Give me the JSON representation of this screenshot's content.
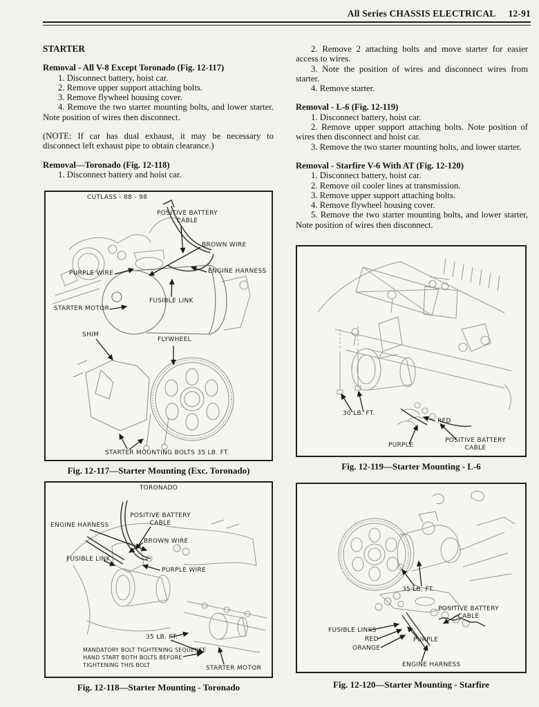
{
  "header": {
    "title": "All Series CHASSIS ELECTRICAL",
    "page_number": "12-91"
  },
  "left": {
    "section_heading": "STARTER",
    "removal_v8": {
      "heading": "Removal - All V-8 Except Toronado (Fig. 12-117)",
      "steps": [
        "1. Disconnect battery, hoist car.",
        "2. Remove upper support attaching bolts.",
        "3. Remove flywheel housing cover.",
        "4. Remove the two starter mounting bolts, and lower starter. Note position of wires then disconnect."
      ]
    },
    "note": "(NOTE: If car has dual exhaust, it may be necessary to disconnect left exhaust pipe to obtain clearance.)",
    "removal_toronado": {
      "heading": "Removal—Toronado (Fig. 12-118)",
      "steps": [
        "1. Disconnect battery and hoist car."
      ]
    }
  },
  "right": {
    "continued_steps": [
      "2. Remove 2 attaching bolts and move starter for easier access to wires.",
      "3. Note the position of wires and disconnect wires from starter.",
      "4. Remove starter."
    ],
    "removal_l6": {
      "heading": "Removal - L-6 (Fig. 12-119)",
      "steps": [
        "1. Disconnect battery, hoist car.",
        "2. Remove upper support attaching bolts. Note position of wires then disconnect and hoist car.",
        "3. Remove the two starter mounting bolts, and lower starter."
      ]
    },
    "removal_starfire": {
      "heading": "Removal - Starfire V-6 With AT (Fig. 12-120)",
      "steps": [
        "1. Disconnect battery, hoist car.",
        "2. Remove oil cooler lines at transmission.",
        "3. Remove upper support attaching bolts.",
        "4. Remove flywheel housing cover.",
        "5. Remove the two starter mounting bolts, and lower starter, Note position of wires then disconnect."
      ]
    }
  },
  "fig117": {
    "caption": "Fig. 12-117—Starter Mounting (Exc. Toronado)",
    "labels": {
      "variant": "CUTLASS - 88 - 98",
      "pos_battery_1": "POSITIVE BATTERY",
      "pos_battery_2": "CABLE",
      "brown_wire": "BROWN WIRE",
      "purple_wire": "PURPLE WIRE",
      "engine_harness": "ENGINE HARNESS",
      "fusible_link": "FUSIBLE LINK",
      "starter_motor": "STARTER MOTOR",
      "shim": "SHIM",
      "flywheel": "FLYWHEEL",
      "mounting_bolts": "STARTER MOUNTING BOLTS 35 LB. FT."
    }
  },
  "fig118": {
    "caption": "Fig. 12-118—Starter Mounting - Toronado",
    "labels": {
      "variant": "TORONADO",
      "engine_harness": "ENGINE HARNESS",
      "pos_battery_1": "POSITIVE BATTERY",
      "pos_battery_2": "CABLE",
      "brown_wire": "BROWN WIRE",
      "fusible_link": "FUSIBLE LINK",
      "purple_wire": "PURPLE WIRE",
      "torque": "35 LB. FT.",
      "sequence_1": "MANDATORY BOLT TIGHTENING SEQUENCE",
      "sequence_2": "HAND START BOTH BOLTS BEFORE",
      "sequence_3": "TIGHTENING THIS BOLT",
      "starter_motor": "STARTER MOTOR"
    }
  },
  "fig119": {
    "caption": "Fig. 12-119—Starter Mounting - L-6",
    "labels": {
      "torque": "30 LB. FT.",
      "red": "RED",
      "purple": "PURPLE",
      "pos_battery_1": "POSITIVE BATTERY",
      "pos_battery_2": "CABLE"
    }
  },
  "fig120": {
    "caption": "Fig. 12-120—Starter Mounting - Starfire",
    "labels": {
      "torque": "35 LB. FT.",
      "pos_battery_1": "POSITIVE BATTERY",
      "pos_battery_2": "CABLE",
      "fusible_links": "FUSIBLE LINKS",
      "red": "RED",
      "orange": "ORANGE",
      "purple": "PURPLE",
      "engine_harness": "ENGINE HARNESS"
    }
  }
}
